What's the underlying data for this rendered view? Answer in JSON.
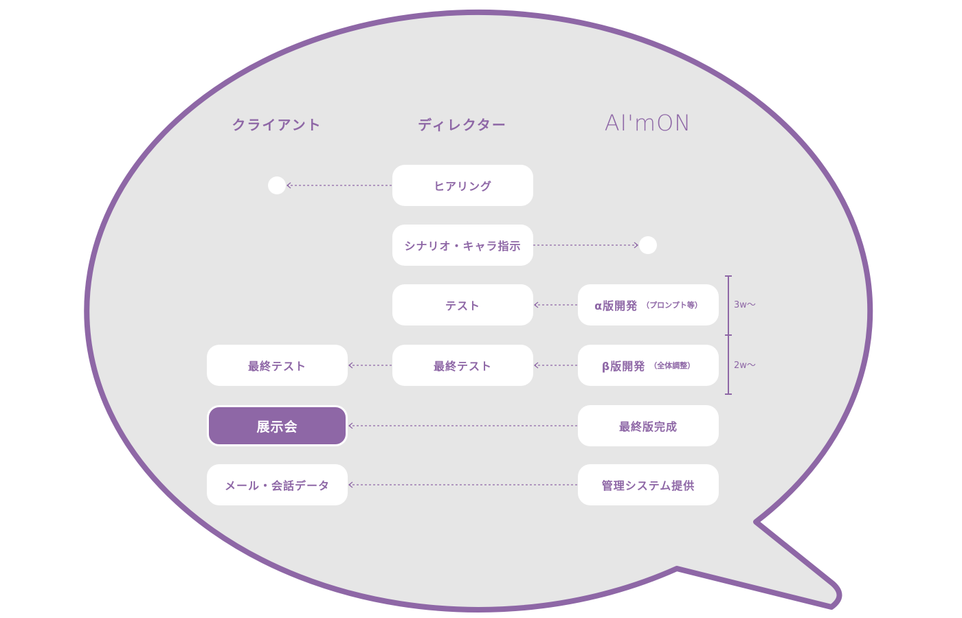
{
  "headers": {
    "client": "クライアント",
    "director": "ディレクター",
    "logo": "AI'mON"
  },
  "boxes": {
    "hearing": "ヒアリング",
    "scenario": "シナリオ・キャラ指示",
    "test": "テスト",
    "alpha": "α版開発",
    "alpha_note": "（プロンプト等）",
    "final_test_client": "最終テスト",
    "final_test_director": "最終テスト",
    "beta": "β版開発",
    "beta_note": "（全体調整）",
    "exhibition": "展示会",
    "final_version": "最終版完成",
    "mail": "メール・会話データ",
    "admin": "管理システム提供"
  },
  "durations": {
    "alpha": "3w〜",
    "beta": "2w〜"
  },
  "colors": {
    "accent": "#8e67a6",
    "bubble": "#e6e6e6"
  }
}
